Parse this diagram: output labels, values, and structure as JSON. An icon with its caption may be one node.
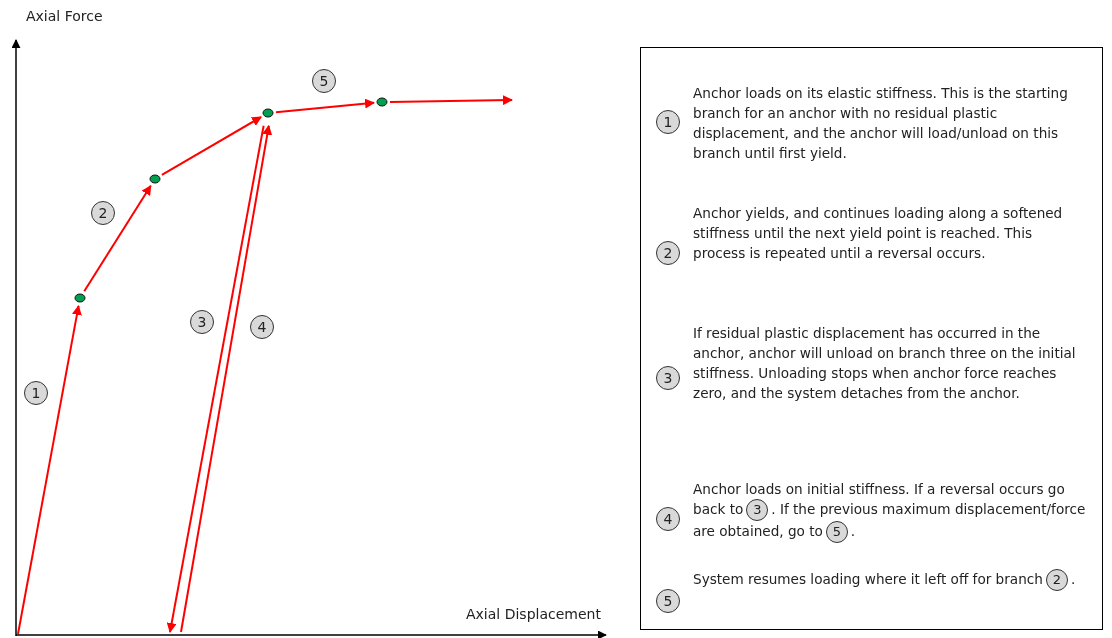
{
  "diagram": {
    "nodes": [
      {
        "text": [],
        "shape": "circle"
      },
      {
        "text": [],
        "shape": "circle"
      },
      {
        "text": [],
        "shape": "circle"
      },
      {
        "text": [],
        "shape": "circle"
      },
      {
        "text": [
          "5"
        ]
      },
      {
        "text": [
          "2"
        ]
      },
      {
        "text": [
          "3"
        ]
      },
      {
        "text": [
          "4"
        ]
      },
      {
        "text": [
          "1"
        ]
      },
      {
        "text": [
          "Anchor loads on its elastic stiffness. This is the starting branch for an anchor with no residual plastic displacement, and the anchor will load/unload on this branch until first yield.",
          "Anchor yields, and continues loading along a softened stiffness until the next yield point is reached. This process is repeated until a reversal occurs.",
          "If residual plastic displacement has occurred in the anchor, anchor will unload on branch three on the initial stiffness. Unloading stops when anchor force reaches zero, and the system detaches from the anchor.",
          "Anchor loads on initial stiffness. If a reversal occurs go back to",
          ". If the previous maximum displacement/force are obtained, go to",
          ".",
          "System resumes loading where it left off for branch",
          "."
        ]
      },
      {
        "text": [
          "1"
        ],
        "in": 9
      },
      {
        "text": [
          "2"
        ],
        "in": 9
      },
      {
        "text": [
          "3"
        ],
        "in": 9
      },
      {
        "text": [
          "4"
        ],
        "in": 9
      },
      {
        "text": [
          "5"
        ],
        "in": 9
      },
      {
        "text": [
          "3"
        ],
        "in": 9
      },
      {
        "text": [
          "5"
        ],
        "in": 9
      },
      {
        "text": [
          "2"
        ],
        "in": 9
      }
    ],
    "edges": [
      {
        "from": null,
        "to": 0,
        "arrow": "to"
      },
      {
        "from": 0,
        "to": 1,
        "arrow": "to"
      },
      {
        "from": 1,
        "to": 2,
        "arrow": "to"
      },
      {
        "from": 2,
        "to": 3,
        "arrow": "to"
      },
      {
        "from": 3,
        "to": null,
        "arrow": "to"
      },
      {
        "from": 2,
        "to": null,
        "arrow": "to"
      },
      {
        "from": null,
        "to": 2,
        "arrow": "to"
      }
    ],
    "labels": [
      "Axial Force",
      "Axial Displacement"
    ]
  }
}
